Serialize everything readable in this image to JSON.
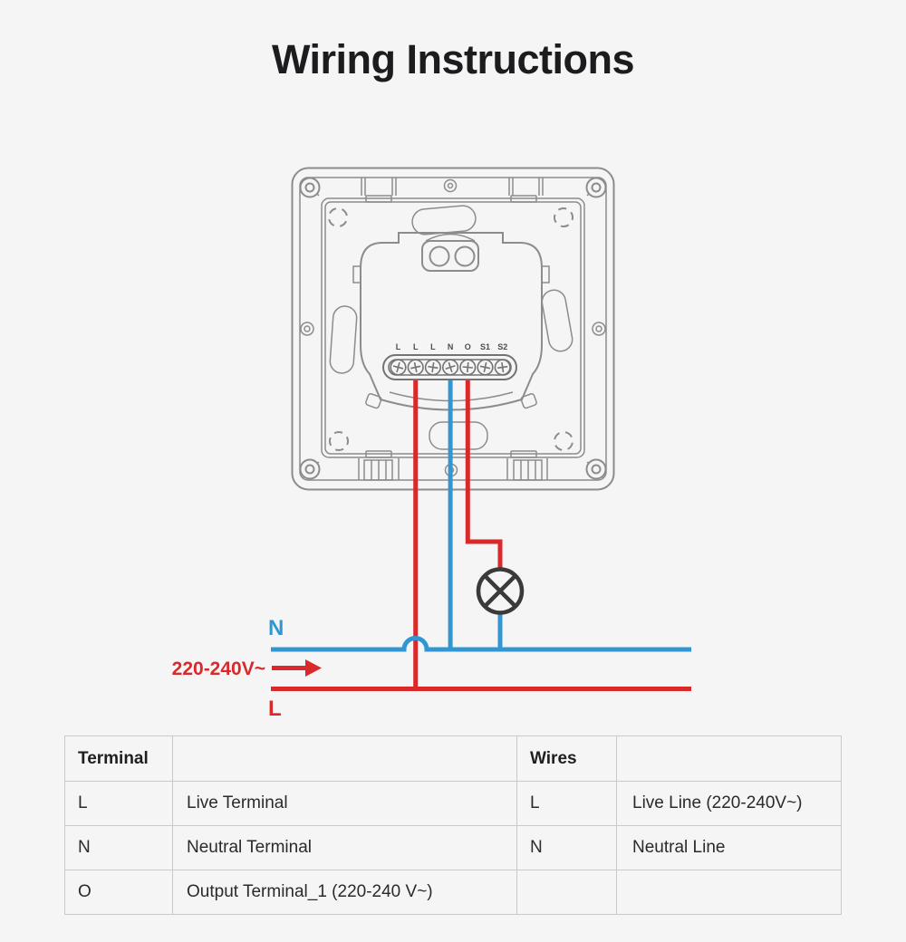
{
  "page": {
    "title": "Wiring Instructions"
  },
  "colors": {
    "red": "#d9292b",
    "blue": "#3296d3",
    "device": "#8c8c8c",
    "device-dark": "#737373",
    "lamp": "#3a3a3a",
    "background": "#f5f5f6",
    "text": "#1c1c1f",
    "table-border": "#c9c9c9"
  },
  "device": {
    "terminal_labels": [
      "L",
      "L",
      "L",
      "N",
      "O",
      "S1",
      "S2"
    ]
  },
  "wiring": {
    "neutral_line_label": "N",
    "live_line_label": "L",
    "voltage_label": "220-240V~"
  },
  "table": {
    "headers": [
      "Terminal",
      "",
      "Wires",
      ""
    ],
    "rows": [
      [
        "L",
        "Live Terminal",
        "L",
        "Live Line (220-240V~)"
      ],
      [
        "N",
        "Neutral Terminal",
        "N",
        "Neutral Line"
      ],
      [
        "O",
        "Output Terminal_1 (220-240 V~)",
        "",
        ""
      ]
    ]
  }
}
